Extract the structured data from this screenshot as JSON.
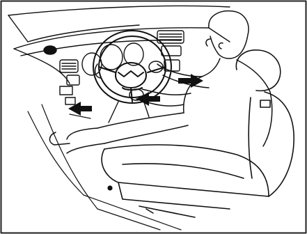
{
  "illustration": {
    "subject": "driver-seated-in-car-interior",
    "style": "black-line-drawing",
    "colors": {
      "ink": "#111111",
      "paper": "#ffffff",
      "frame": "#222222"
    },
    "arrows": [
      {
        "name": "arrow-left-footwell",
        "direction": "left"
      },
      {
        "name": "arrow-under-steering-column",
        "direction": "left"
      },
      {
        "name": "arrow-center-console",
        "direction": "right"
      }
    ]
  }
}
